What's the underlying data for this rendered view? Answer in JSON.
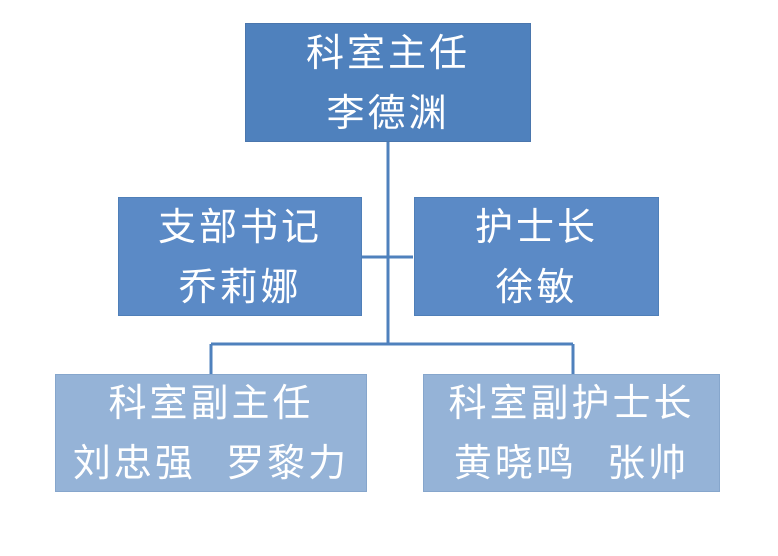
{
  "org_chart": {
    "head": {
      "title": "科室主任",
      "name": "李德渊"
    },
    "secretary": {
      "title": "支部书记",
      "name": "乔莉娜"
    },
    "head_nurse": {
      "title": "护士长",
      "name": "徐敏"
    },
    "deputy_director": {
      "title": "科室副主任",
      "names": "刘忠强  罗黎力"
    },
    "deputy_head_nurse": {
      "title": "科室副护士长",
      "names": "黄晓鸣  张帅"
    }
  },
  "colors": {
    "top_box": "#4f81bd",
    "middle_box": "#5b8ac6",
    "lower_box": "#95b3d7",
    "connector": "#4f81bd",
    "text": "#ffffff"
  }
}
